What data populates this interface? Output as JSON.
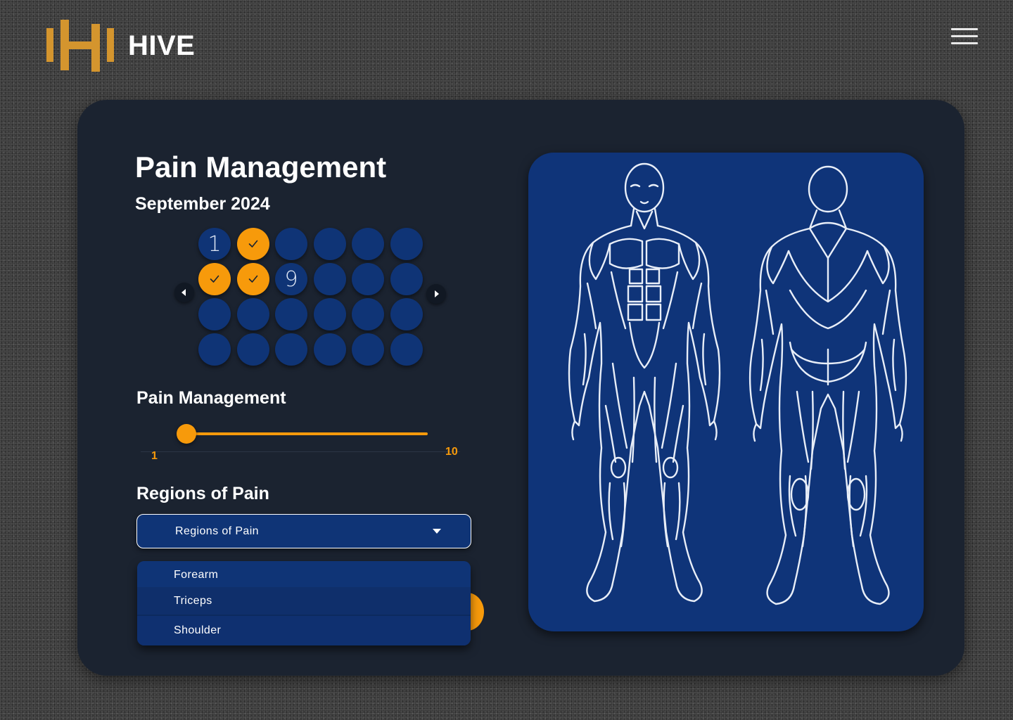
{
  "header": {
    "brand_name": "HIVE",
    "menu_icon": "hamburger-menu-icon"
  },
  "main": {
    "title": "Pain Management",
    "calendar": {
      "month_label": "September 2024",
      "prev_icon": "chevron-left-icon",
      "next_icon": "chevron-right-icon",
      "days": [
        {
          "label": "1",
          "completed": false
        },
        {
          "label": "",
          "completed": true
        },
        {
          "label": "",
          "completed": false
        },
        {
          "label": "",
          "completed": false
        },
        {
          "label": "",
          "completed": false
        },
        {
          "label": "",
          "completed": false
        },
        {
          "label": "",
          "completed": true
        },
        {
          "label": "",
          "completed": true
        },
        {
          "label": "9",
          "completed": false
        },
        {
          "label": "",
          "completed": false
        },
        {
          "label": "",
          "completed": false
        },
        {
          "label": "",
          "completed": false
        },
        {
          "label": "",
          "completed": false
        },
        {
          "label": "",
          "completed": false
        },
        {
          "label": "",
          "completed": false
        },
        {
          "label": "",
          "completed": false
        },
        {
          "label": "",
          "completed": false
        },
        {
          "label": "",
          "completed": false
        },
        {
          "label": "",
          "completed": false
        },
        {
          "label": "",
          "completed": false
        },
        {
          "label": "",
          "completed": false
        },
        {
          "label": "",
          "completed": false
        },
        {
          "label": "",
          "completed": false
        },
        {
          "label": "",
          "completed": false
        }
      ]
    },
    "pain_slider": {
      "title": "Pain Management",
      "min_label": "1",
      "max_label": "10",
      "min": 1,
      "max": 10,
      "value": 1
    },
    "regions": {
      "title": "Regions of Pain",
      "placeholder": "Regions of Pain",
      "options": [
        "Forearm",
        "Triceps",
        "Shoulder"
      ]
    },
    "body_map_icon": "muscle-anatomy-front-back-icon"
  },
  "colors": {
    "accent": "#f79a0b",
    "card_bg": "#1b2330",
    "primary_blue": "#0f3476"
  }
}
